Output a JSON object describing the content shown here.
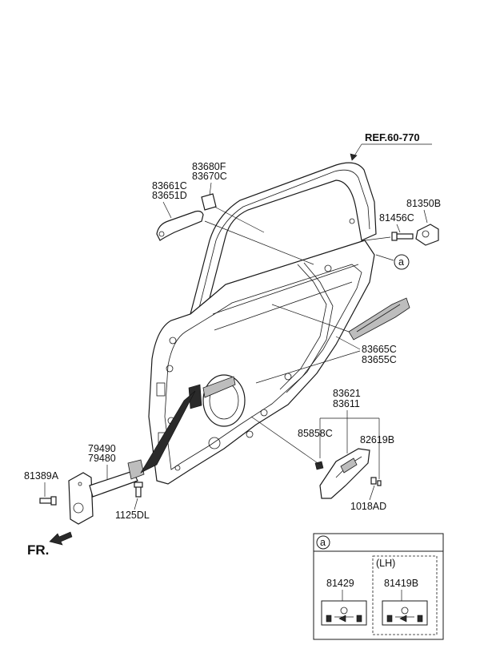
{
  "labels": {
    "ref": "REF.60-770",
    "p83680F": "83680F",
    "p83670C": "83670C",
    "p83661C": "83661C",
    "p83651D": "83651D",
    "p81350B": "81350B",
    "p81456C": "81456C",
    "callout_a": "a",
    "p83665C": "83665C",
    "p83655C": "83655C",
    "p83621": "83621",
    "p83611": "83611",
    "p85858C": "85858C",
    "p82619B": "82619B",
    "p1018AD": "1018AD",
    "p79490": "79490",
    "p79480": "79480",
    "p81389A": "81389A",
    "p1125DL": "1125DL",
    "fr": "FR."
  },
  "inset": {
    "badge": "a",
    "lh_label": "(LH)",
    "left_part": "81429",
    "right_part": "81419B"
  }
}
